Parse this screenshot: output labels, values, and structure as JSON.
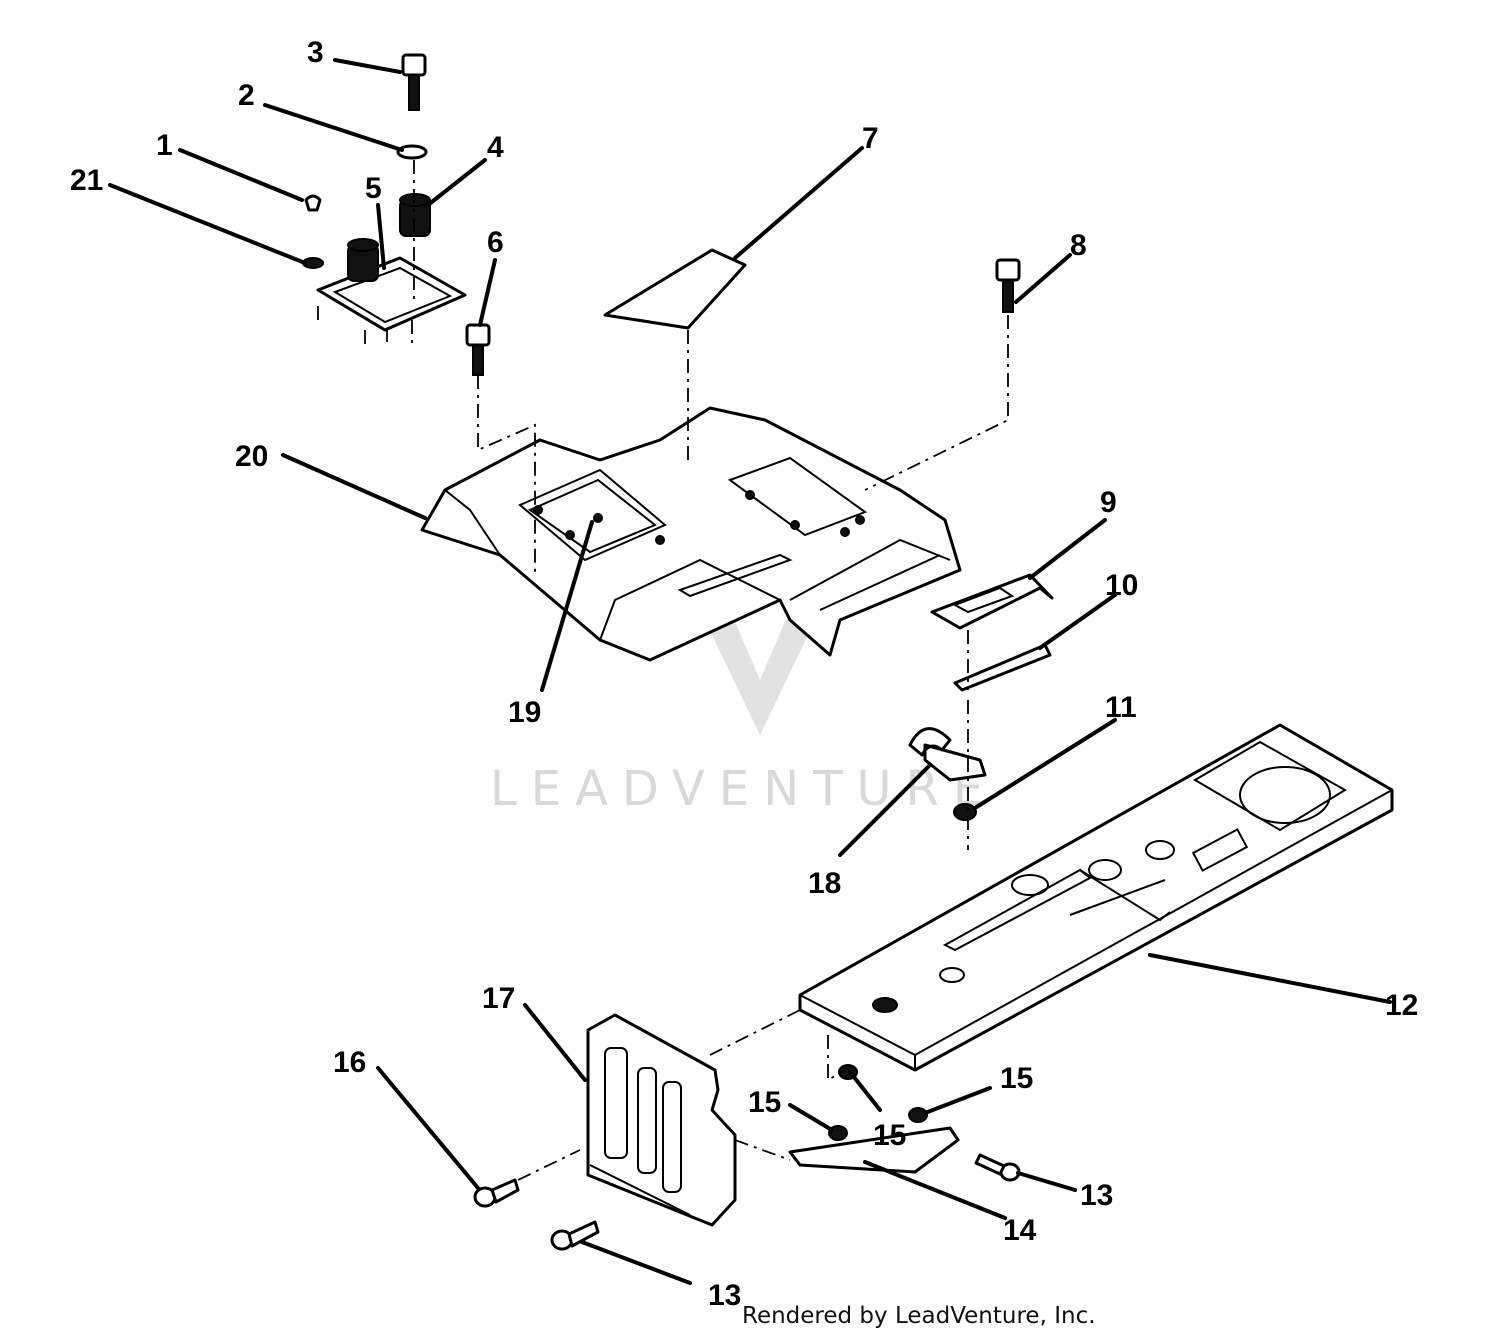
{
  "watermark": {
    "text": "LEADVENTURE"
  },
  "credit": "Rendered by LeadVenture, Inc.",
  "callouts": [
    {
      "id": "c1",
      "label": "1"
    },
    {
      "id": "c2",
      "label": "2"
    },
    {
      "id": "c3",
      "label": "3"
    },
    {
      "id": "c4",
      "label": "4"
    },
    {
      "id": "c5",
      "label": "5"
    },
    {
      "id": "c6",
      "label": "6"
    },
    {
      "id": "c7",
      "label": "7"
    },
    {
      "id": "c8",
      "label": "8"
    },
    {
      "id": "c9",
      "label": "9"
    },
    {
      "id": "c10",
      "label": "10"
    },
    {
      "id": "c11",
      "label": "11"
    },
    {
      "id": "c12",
      "label": "12"
    },
    {
      "id": "c13a",
      "label": "13"
    },
    {
      "id": "c13b",
      "label": "13"
    },
    {
      "id": "c14",
      "label": "14"
    },
    {
      "id": "c15a",
      "label": "15"
    },
    {
      "id": "c15b",
      "label": "15"
    },
    {
      "id": "c15c",
      "label": "15"
    },
    {
      "id": "c16",
      "label": "16"
    },
    {
      "id": "c17",
      "label": "17"
    },
    {
      "id": "c18",
      "label": "18"
    },
    {
      "id": "c19",
      "label": "19"
    },
    {
      "id": "c20",
      "label": "20"
    },
    {
      "id": "c21",
      "label": "21"
    }
  ]
}
